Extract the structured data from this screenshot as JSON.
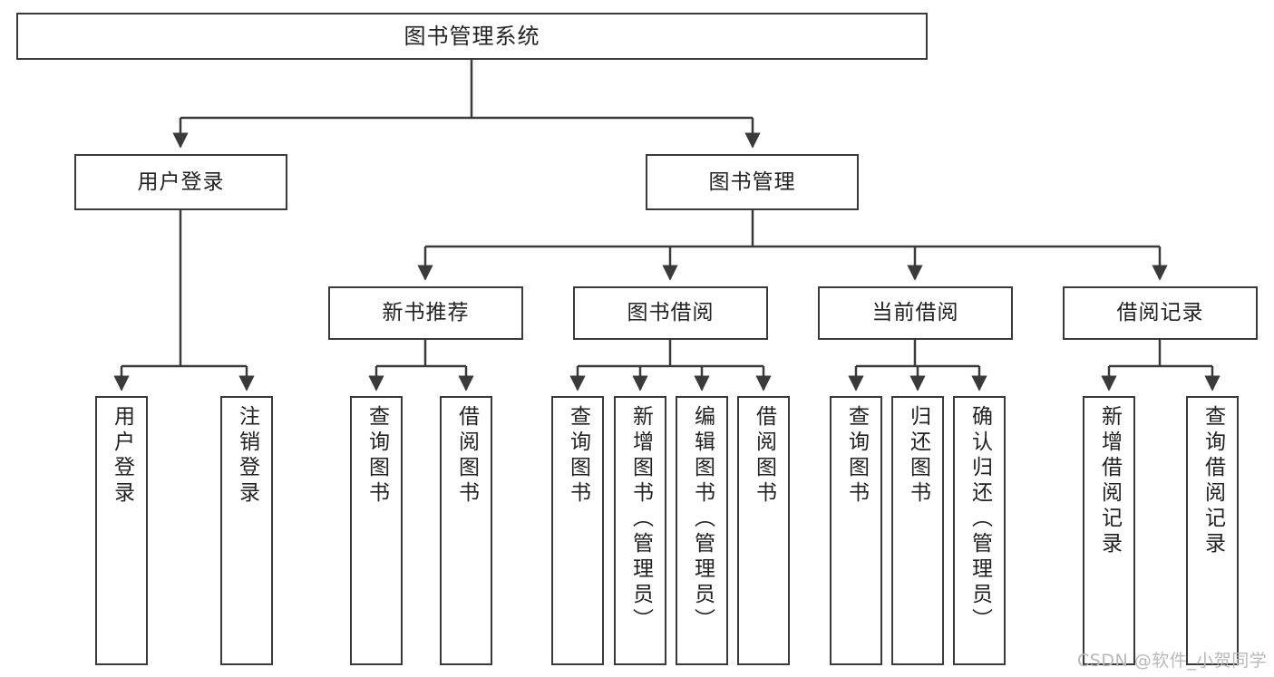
{
  "diagram": {
    "title": "图书管理系统",
    "type": "functional-structure-tree",
    "root": {
      "label": "图书管理系统"
    },
    "level2": [
      {
        "label": "用户登录"
      },
      {
        "label": "图书管理"
      }
    ],
    "level3": [
      {
        "label": "新书推荐"
      },
      {
        "label": "图书借阅"
      },
      {
        "label": "当前借阅"
      },
      {
        "label": "借阅记录"
      }
    ],
    "leaves": {
      "user_login": [
        {
          "label": "用户登录"
        },
        {
          "label": "注销登录"
        }
      ],
      "new_book_recommend": [
        {
          "label": "查询图书"
        },
        {
          "label": "借阅图书"
        }
      ],
      "book_borrow": [
        {
          "label": "查询图书"
        },
        {
          "label": "新增图书（管理员）"
        },
        {
          "label": "编辑图书（管理员）"
        },
        {
          "label": "借阅图书"
        }
      ],
      "current_borrow": [
        {
          "label": "查询图书"
        },
        {
          "label": "归还图书"
        },
        {
          "label": "确认归还（管理员）"
        }
      ],
      "borrow_record": [
        {
          "label": "新增借阅记录"
        },
        {
          "label": "查询借阅记录"
        }
      ]
    },
    "watermark": "CSDN @软件_小贺同学",
    "colors": {
      "stroke": "#3a3a3a",
      "fill": "#ffffff",
      "text": "#222222",
      "watermark": "#b9b9b9"
    }
  }
}
